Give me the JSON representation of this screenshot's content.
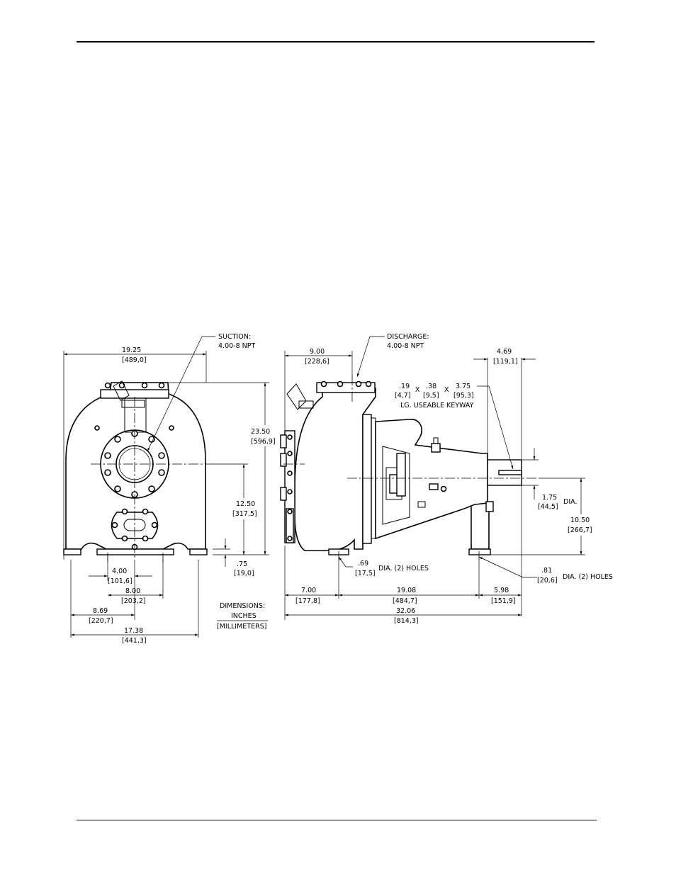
{
  "drawing": {
    "front_view": {
      "suction_label": "SUCTION:",
      "suction_size": "4.00-8 NPT",
      "width_in": "19.25",
      "width_mm": "[489,0]",
      "height_in": "23.50",
      "height_mm": "[596,9]",
      "centerline_in": "12.50",
      "centerline_mm": "[317,5]",
      "base_in": ".75",
      "base_mm": "[19,0]",
      "bolt_inner_in": "4.00",
      "bolt_inner_mm": "[101,6]",
      "bolt_outer_in": "8.00",
      "bolt_outer_mm": "[203,2]",
      "half_base_in": "8.69",
      "half_base_mm": "[220,7]",
      "base_width_in": "17.38",
      "base_width_mm": "[441,3]"
    },
    "units_note": {
      "line1": "DIMENSIONS:",
      "line2": "INCHES",
      "line3": "[MILLIMETERS]"
    },
    "side_view": {
      "discharge_label": "DISCHARGE:",
      "discharge_size": "4.00-8 NPT",
      "discharge_offset_in": "9.00",
      "discharge_offset_mm": "[228,6]",
      "shaft_ext_in": "4.69",
      "shaft_ext_mm": "[119,1]",
      "key_w_in": ".19",
      "key_w_mm": "[4,7]",
      "key_h_in": ".38",
      "key_h_mm": "[9,5]",
      "key_l_in": "3.75",
      "key_l_mm": "[95,3]",
      "x1": "X",
      "x2": "X",
      "keyway_label": "LG. USEABLE KEYWAY",
      "shaft_dia_in": "1.75",
      "shaft_dia_mm": "[44,5]",
      "dia_label": "DIA.",
      "shaft_height_in": "10.50",
      "shaft_height_mm": "[266,7]",
      "hole1_in": ".69",
      "hole1_mm": "[17,5]",
      "hole1_label": "DIA. (2) HOLES",
      "hole2_in": ".81",
      "hole2_mm": "[20,6]",
      "hole2_label": "DIA. (2) HOLES",
      "foot1_in": "7.00",
      "foot1_mm": "[177,8]",
      "foot_span_in": "19.08",
      "foot_span_mm": "[484,7]",
      "foot2_in": "5.98",
      "foot2_mm": "[151,9]",
      "overall_in": "32.06",
      "overall_mm": "[814,3]"
    }
  }
}
